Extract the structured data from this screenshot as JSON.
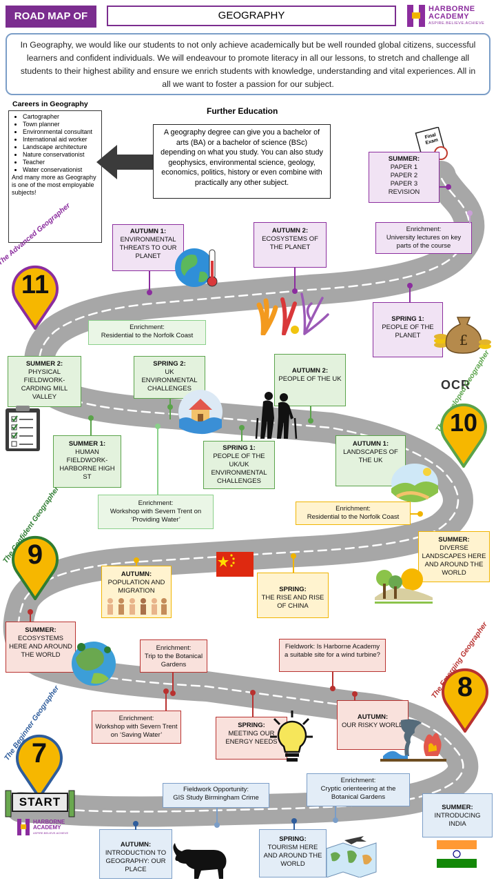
{
  "header": {
    "roadmap_label": "ROAD MAP OF",
    "subject": "GEOGRAPHY",
    "school_line1": "HARBORNE",
    "school_line2": "ACADEMY",
    "school_tagline": "ASPIRE.BELIEVE.ACHIEVE"
  },
  "intro": "In Geography, we would like our students to not only achieve academically but be well rounded global citizens, successful learners and confident individuals. We will endeavour to promote literacy in all our lessons, to stretch and challenge all students to their highest ability and ensure we enrich students with knowledge, understanding and vital experiences. All in all we want to foster a passion for our subject.",
  "careers": {
    "title": "Careers in Geography",
    "items": [
      "Cartographer",
      "Town planner",
      "Environmental consultant",
      "International aid worker",
      "Landscape architecture",
      "Nature conservationist",
      "Teacher",
      "Water conservationist"
    ],
    "footer": "And many more as Geography is one of the most employable subjects!"
  },
  "further_education": {
    "title": "Further Education",
    "text": "A geography degree  can give you a bachelor of arts (BA) or a bachelor of science (BSc) depending on what you study. You can also study geophysics, environmental science, geology, economics, politics, history or even combine with practically any other subject."
  },
  "badges": [
    {
      "number": "11",
      "label": "The Advanced Geographer",
      "color": "#8b2d9e"
    },
    {
      "number": "10",
      "label": "The Developed Geographer",
      "color": "#5aa34a"
    },
    {
      "number": "9",
      "label": "The Confident Geographer",
      "color": "#2f7d32"
    },
    {
      "number": "8",
      "label": "The Emerging Geographer",
      "color": "#b8312f"
    },
    {
      "number": "7",
      "label": "The Beginner Geographer",
      "color": "#2f5d9c"
    }
  ],
  "ocr_label": "OCR",
  "start_label": "START",
  "exam_sign": "Final Exam",
  "year11": {
    "summer": {
      "title": "SUMMER:",
      "lines": [
        "PAPER 1",
        "PAPER 2",
        "PAPER 3",
        "REVISION"
      ]
    },
    "enrichment_uni": {
      "title": "Enrichment:",
      "text": "University lectures on key parts of the course"
    },
    "autumn1": {
      "title": "AUTUMN 1:",
      "text": "ENVIRONMENTAL THREATS TO OUR PLANET"
    },
    "autumn2": {
      "title": "AUTUMN 2:",
      "text": "ECOSYSTEMS OF THE PLANET"
    },
    "spring1": {
      "title": "SPRING 1:",
      "text": "PEOPLE OF THE PLANET"
    }
  },
  "year10": {
    "enrichment_norfolk": {
      "title": "Enrichment:",
      "text": "Residential to the Norfolk Coast"
    },
    "summer2": {
      "title": "SUMMER 2:",
      "text": "PHYSICAL FIELDWORK- CARDING MILL VALLEY"
    },
    "spring2": {
      "title": "SPRING 2:",
      "text": "UK ENVIRONMENTAL CHALLENGES"
    },
    "autumn2": {
      "title": "AUTUMN 2:",
      "text": "PEOPLE OF THE UK"
    },
    "summer1": {
      "title": "SUMMER 1:",
      "text": "HUMAN FIELDWORK- HARBORNE HIGH ST"
    },
    "spring1": {
      "title": "SPRING 1:",
      "text": "PEOPLE OF THE UK/UK ENVIRONMENTAL CHALLENGES"
    },
    "autumn1": {
      "title": "AUTUMN 1:",
      "text": "LANDSCAPES OF THE UK"
    },
    "enrichment_water": {
      "title": "Enrichment:",
      "text": "Workshop with Severn Trent on ‘Providing Water’"
    }
  },
  "year9": {
    "enrichment_norfolk": {
      "title": "Enrichment:",
      "text": "Residential to the Norfolk Coast"
    },
    "summer": {
      "title": "SUMMER:",
      "text": "DIVERSE LANDSCAPES HERE AND AROUND THE WORLD"
    },
    "autumn": {
      "title": "AUTUMN:",
      "text": "POPULATION AND MIGRATION"
    },
    "spring": {
      "title": "SPRING:",
      "text": "THE RISE AND RISE OF CHINA"
    }
  },
  "year8": {
    "summer": {
      "title": "SUMMER:",
      "text": "ECOSYSTEMS HERE AND AROUND THE WORLD"
    },
    "enrichment_botanical": {
      "title": "Enrichment:",
      "text": "Trip to the Botanical Gardens"
    },
    "fieldwork_wind": {
      "title": "Fieldwork:",
      "text": "Is Harborne Academy a suitable site for a wind turbine?"
    },
    "enrichment_water": {
      "title": "Enrichment:",
      "text": "Workshop with Severn Trent on ‘Saving Water’"
    },
    "spring": {
      "title": "SPRING:",
      "text": "MEETING OUR ENERGY NEEDS"
    },
    "autumn": {
      "title": "AUTUMN:",
      "text": "OUR RISKY WORLD"
    }
  },
  "year7": {
    "fieldwork_gis": {
      "title": "Fieldwork Opportunity:",
      "text": "GIS Study Birmingham Crime"
    },
    "enrichment_orienteering": {
      "title": "Enrichment:",
      "text": "Cryptic orienteering at the Botanical Gardens"
    },
    "summer": {
      "title": "SUMMER:",
      "text": "INTRODUCING INDIA"
    },
    "autumn": {
      "title": "AUTUMN:",
      "text": "INTRODUCTION TO GEOGRAPHY: OUR PLACE"
    },
    "spring": {
      "title": "SPRING:",
      "text": "TOURISM HERE AND AROUND THE WORLD"
    }
  },
  "colors": {
    "purple": "#8b2d9e",
    "green": "#5aa34a",
    "yellow": "#f0b400",
    "red": "#b8312f",
    "blue": "#2f5d9c",
    "road": "#a7a7a7"
  }
}
